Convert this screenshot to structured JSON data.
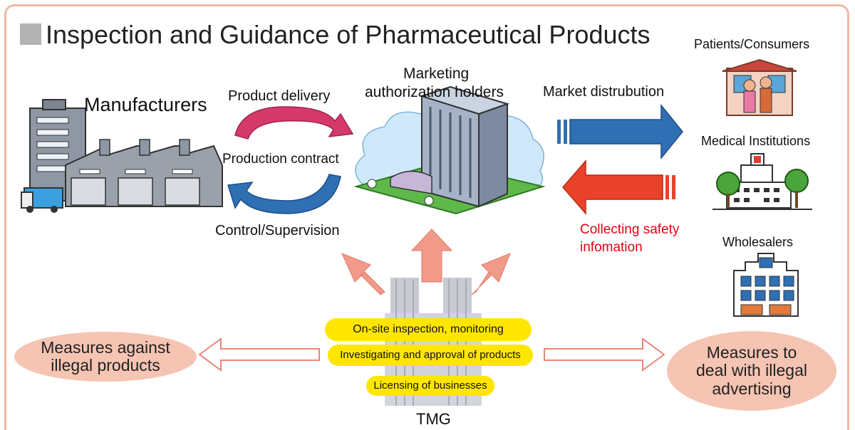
{
  "diagram": {
    "title": "Inspection and Guidance of Pharmaceutical Products",
    "nodes": {
      "manufacturers": "Manufacturers",
      "mah_line1": "Marketing",
      "mah_line2": "authorization holders",
      "patients": "Patients/Consumers",
      "medical": "Medical Institutions",
      "wholesalers": "Wholesalers",
      "tmg": "TMG"
    },
    "flows": {
      "product_delivery": "Product delivery",
      "production_contract": "Production contract",
      "control_supervision": "Control/Supervision",
      "market_distribution": "Market distrubution",
      "collecting_line1": "Collecting safety",
      "collecting_line2": "infomation"
    },
    "tmg_roles": [
      "On-site inspection, monitoring",
      "Investigating and approval of products",
      "Licensing of businesses"
    ],
    "measures": {
      "illegal_products": "Measures against illegal products",
      "illegal_advertising": "Measures to deal with illegal advertising"
    },
    "colors": {
      "frame": "#f2b8a4",
      "ellipse": "#f6c4b2",
      "pill": "#ffe600",
      "arrow_magenta": "#d63a6a",
      "arrow_blue": "#2f6fb4",
      "arrow_red": "#e8432a",
      "arrow_salmon": "#f19a8a",
      "safety_text": "#e60012"
    }
  }
}
